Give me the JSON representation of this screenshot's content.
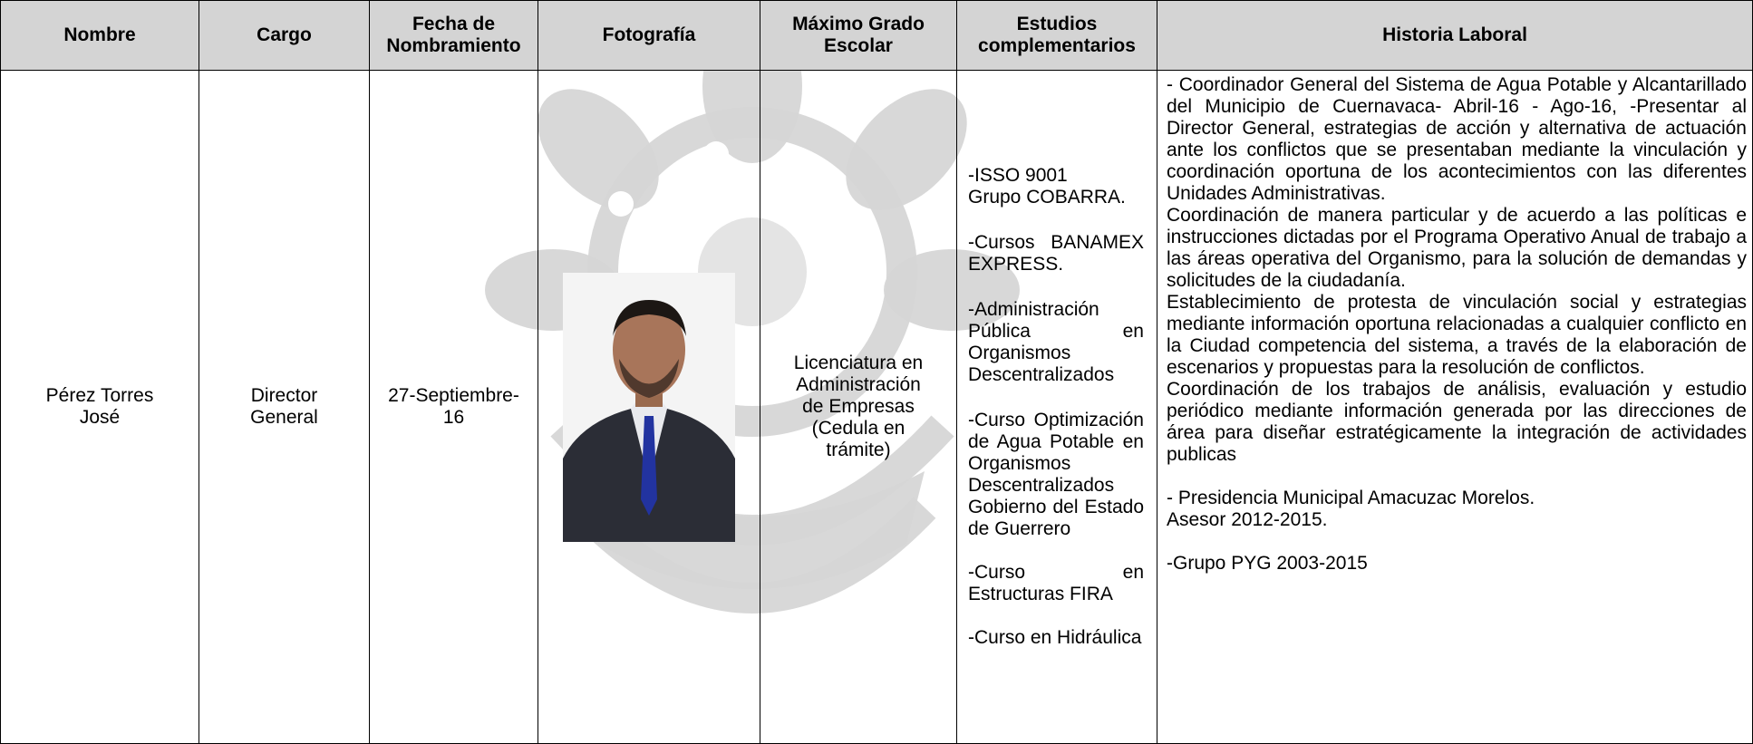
{
  "headers": {
    "nombre": "Nombre",
    "cargo": "Cargo",
    "fecha": "Fecha de\nNombramiento",
    "foto": "Fotografía",
    "grado": "Máximo Grado\nEscolar",
    "estudios": "Estudios\ncomplementarios",
    "historia": "Historia Laboral"
  },
  "row": {
    "nombre": "Pérez Torres\nJosé",
    "cargo": "Director\nGeneral",
    "fecha": "27-Septiembre-\n16",
    "grado": "Licenciatura en\nAdministración\nde Empresas\n(Cedula en\ntrámite)",
    "estudios": [
      "-ISSO 9001\nGrupo COBARRA.",
      "-Cursos BANAMEX EXPRESS.",
      "-Administración Pública en Organismos Descentralizados",
      "-Curso Optimización de Agua Potable en Organismos Descentralizados Gobierno del Estado de Guerrero",
      "-Curso en Estructuras FIRA",
      "-Curso en Hidráulica"
    ],
    "historia": [
      "- Coordinador General del Sistema de Agua Potable y Alcantarillado del Municipio de Cuernavaca- Abril-16 - Ago-16, -Presentar al Director General, estrategias de acción y alternativa de actuación ante los conflictos que se presentaban mediante la vinculación y coordinación oportuna de los acontecimientos con las diferentes Unidades Administrativas.",
      "Coordinación de manera particular y de acuerdo a las políticas e instrucciones dictadas por el Programa Operativo Anual de trabajo a las áreas operativa del Organismo, para la solución de demandas y solicitudes de la ciudadanía.",
      "Establecimiento de protesta de vinculación social y estrategias mediante información oportuna relacionadas a cualquier conflicto en la Ciudad competencia del sistema, a través de la elaboración de escenarios y propuestas para la resolución de conflictos.",
      "Coordinación de los trabajos de análisis, evaluación y estudio periódico mediante información generada por las direcciones de área para diseñar estratégicamente la integración de actividades publicas",
      "- Presidencia Municipal Amacuzac Morelos.\nAsesor 2012-2015.",
      "-Grupo PYG 2003-2015"
    ]
  },
  "colors": {
    "header_bg": "#d4d4d4",
    "border": "#000000",
    "watermark": "#d6d6d6"
  },
  "icons": {
    "watermark": "floral-logo-watermark",
    "photo": "portrait-photo"
  }
}
